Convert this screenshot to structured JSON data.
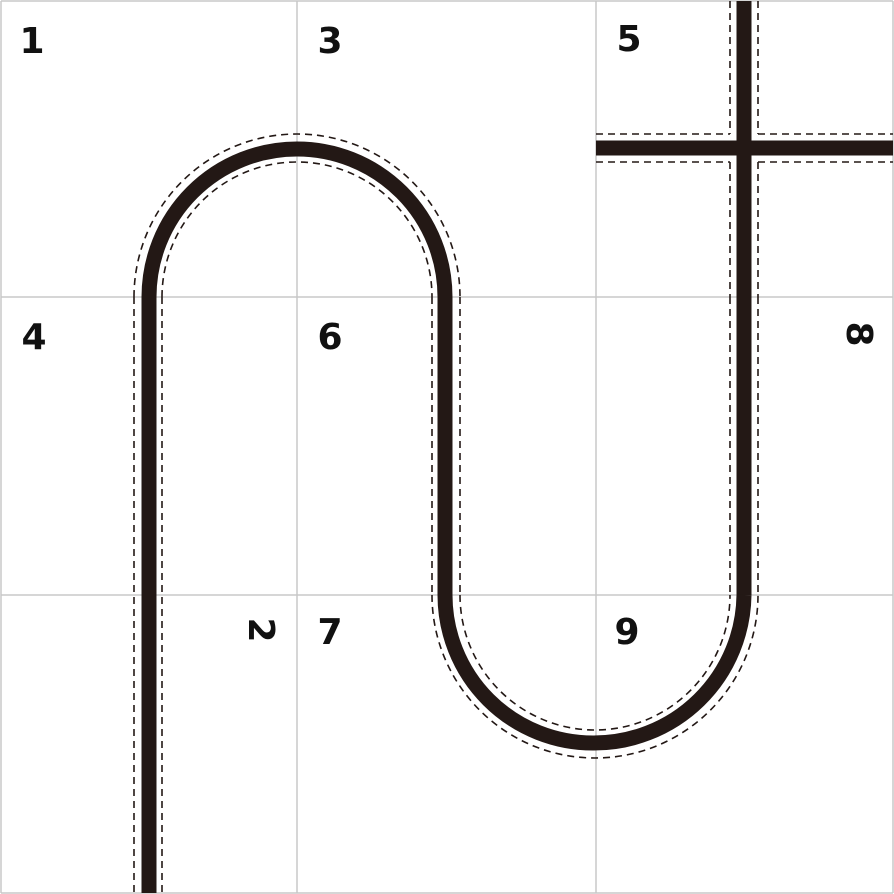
{
  "colors": {
    "background": "#ffffff",
    "grid_line": "#c8c8c8",
    "track": "#231815",
    "dash": "#231815"
  },
  "tiles": [
    {
      "id": "tile-1",
      "label": "1"
    },
    {
      "id": "tile-3",
      "label": "3"
    },
    {
      "id": "tile-5",
      "label": "5"
    },
    {
      "id": "tile-4",
      "label": "4"
    },
    {
      "id": "tile-6",
      "label": "6"
    },
    {
      "id": "tile-8",
      "label": "8"
    },
    {
      "id": "tile-2",
      "label": "2"
    },
    {
      "id": "tile-7",
      "label": "7"
    },
    {
      "id": "tile-9",
      "label": "9"
    }
  ]
}
